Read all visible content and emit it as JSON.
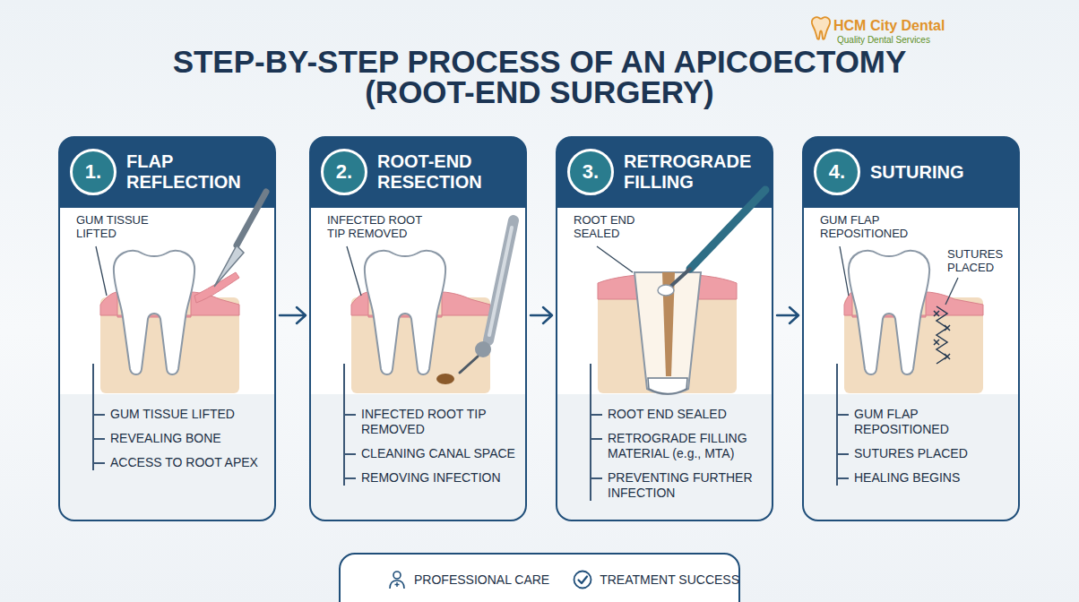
{
  "diagram": {
    "title": "STEP-BY-STEP PROCESS OF AN APICOECTOMY (ROOT-END SURGERY)",
    "nodes": [
      {
        "text": [
          "FLAP REFLECTION",
          "GUM TISSUE LIFTED",
          "GUM TISSUE LIFTED",
          "REVEALING BONE",
          "ACCESS TO ROOT APEX"
        ]
      },
      {
        "text": [
          "1."
        ],
        "in": 0
      },
      {
        "text": [
          "ROOT-END RESECTION",
          "INFECTED ROOT TIP REMOVED",
          "INFECTED ROOT TIP REMOVED",
          "CLEANING CANAL SPACE",
          "REMOVING INFECTION"
        ]
      },
      {
        "text": [
          "2."
        ],
        "in": 2
      },
      {
        "text": [
          "RETROGRADE FILLING",
          "ROOT END SEALED",
          "ROOT END SEALED",
          "RETROGRADE FILLING MATERIAL (e.g., MTA)",
          "PREVENTING FURTHER INFECTION"
        ]
      },
      {
        "text": [
          "3."
        ],
        "in": 4
      },
      {
        "text": [
          "SUTURING",
          "GUM FLAP REPOSITIONED",
          "SUTURES PLACED",
          "GUM FLAP REPOSITIONED",
          "SUTURES PLACED",
          "HEALING BEGINS"
        ]
      },
      {
        "text": [
          "4."
        ],
        "in": 6
      },
      {
        "text": [
          "PROFESSIONAL CARE",
          "TREATMENT SUCCESS"
        ]
      }
    ],
    "edges": [
      {
        "from": 0,
        "to": 2,
        "arrow": "to"
      },
      {
        "from": 2,
        "to": 4,
        "arrow": "to"
      },
      {
        "from": 4,
        "to": 6,
        "arrow": "to"
      }
    ],
    "labels": [
      "HCM City Dental",
      "Quality Dental Services"
    ]
  }
}
